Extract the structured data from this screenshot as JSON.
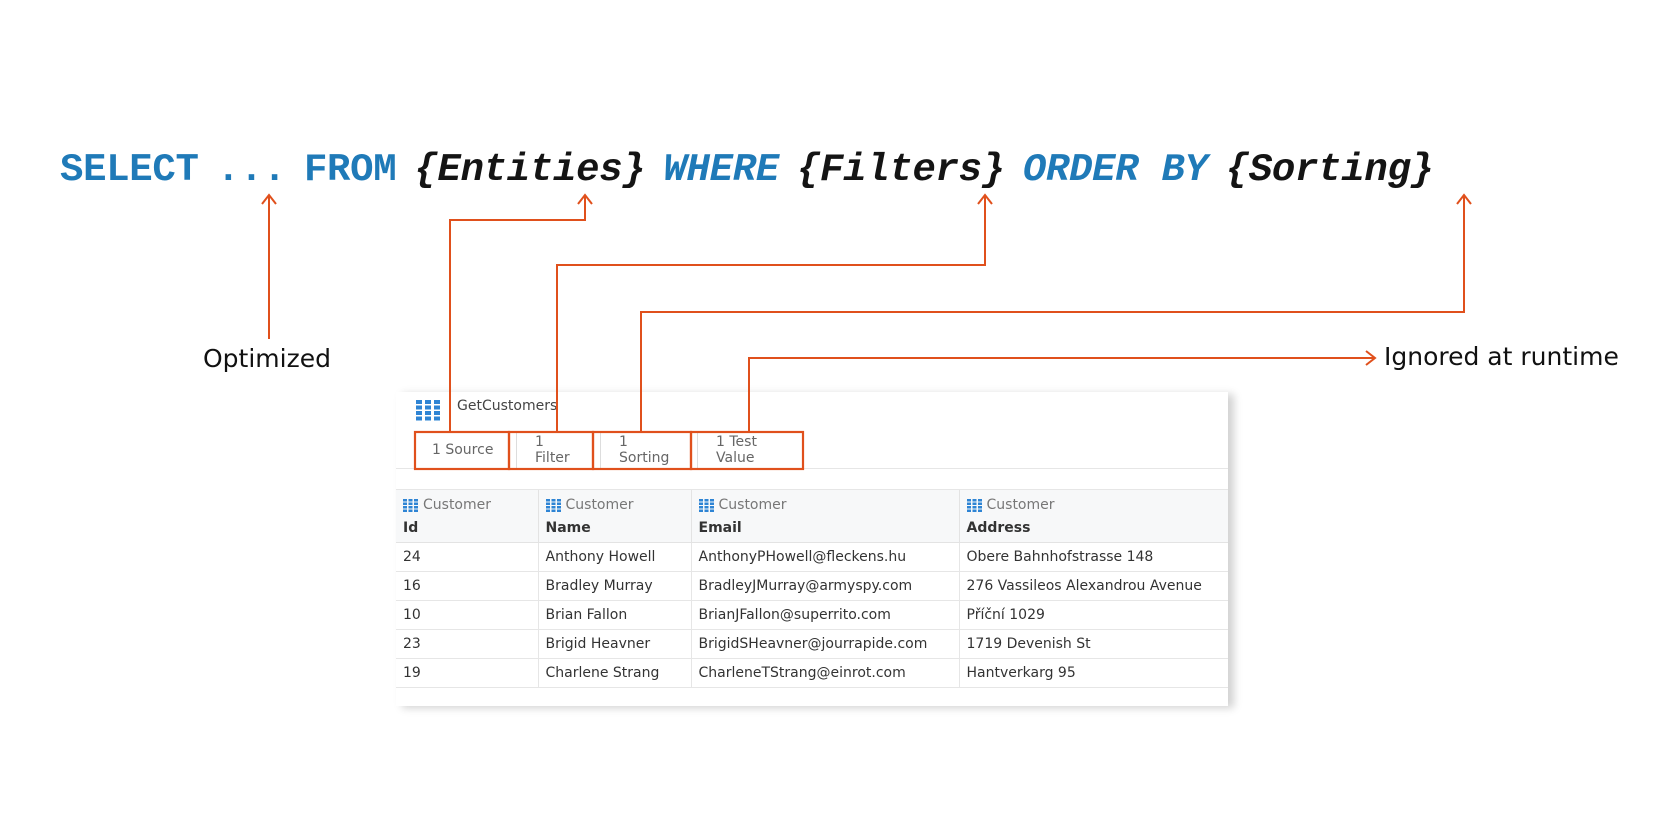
{
  "sql": {
    "select": "SELECT",
    "dots": "...",
    "from": "FROM",
    "entities": "{Entities}",
    "where": "WHERE",
    "filters": "{Filters}",
    "order_by": "ORDER BY",
    "sorting": "{Sorting}"
  },
  "labels": {
    "optimized": "Optimized",
    "ignored": "Ignored at runtime"
  },
  "panel": {
    "title": "GetCustomers",
    "tabs": [
      "1 Source",
      "1 Filter",
      "1 Sorting",
      "1 Test Value"
    ],
    "columns": [
      {
        "entity": "Customer",
        "name": "Id"
      },
      {
        "entity": "Customer",
        "name": "Name"
      },
      {
        "entity": "Customer",
        "name": "Email"
      },
      {
        "entity": "Customer",
        "name": "Address"
      }
    ],
    "rows": [
      [
        "24",
        "Anthony Howell",
        "AnthonyPHowell@fleckens.hu",
        "Obere Bahnhofstrasse 148"
      ],
      [
        "16",
        "Bradley Murray",
        "BradleyJMurray@armyspy.com",
        "276 Vassileos Alexandrou Avenue"
      ],
      [
        "10",
        "Brian Fallon",
        "BrianJFallon@superrito.com",
        "Příční 1029"
      ],
      [
        "23",
        "Brigid Heavner",
        "BrigidSHeavner@jourrapide.com",
        "1719 Devenish St"
      ],
      [
        "19",
        "Charlene Strang",
        "CharleneTStrang@einrot.com",
        "Hantverkarg 95"
      ]
    ]
  },
  "colors": {
    "keyword": "#1f7ab8",
    "arrow": "#e0501c",
    "icon": "#2e84d4"
  },
  "icons": [
    "grid-icon",
    "table-icon"
  ]
}
